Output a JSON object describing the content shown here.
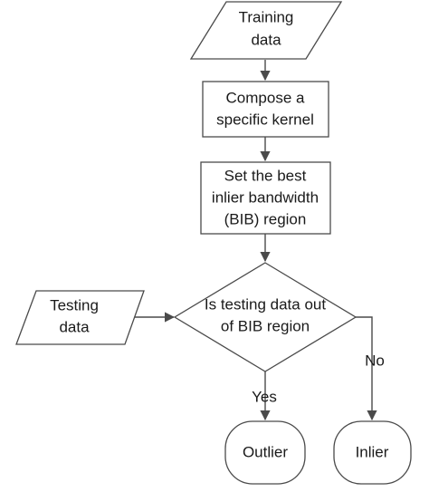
{
  "nodes": {
    "training_data": {
      "lines": [
        "Training",
        "data"
      ]
    },
    "compose_kernel": {
      "lines": [
        "Compose a",
        "specific kernel"
      ]
    },
    "set_bib": {
      "lines": [
        "Set the best",
        "inlier bandwidth",
        "(BIB) region"
      ]
    },
    "decision": {
      "lines": [
        "Is testing data out",
        "of BIB region"
      ]
    },
    "testing_data": {
      "lines": [
        "Testing",
        "data"
      ]
    },
    "outlier": {
      "lines": [
        "Outlier"
      ]
    },
    "inlier": {
      "lines": [
        "Inlier"
      ]
    }
  },
  "edges": {
    "yes_label": "Yes",
    "no_label": "No"
  },
  "colors": {
    "stroke": "#4a4a4a",
    "fill": "#ffffff",
    "text": "#1a1a1a"
  }
}
